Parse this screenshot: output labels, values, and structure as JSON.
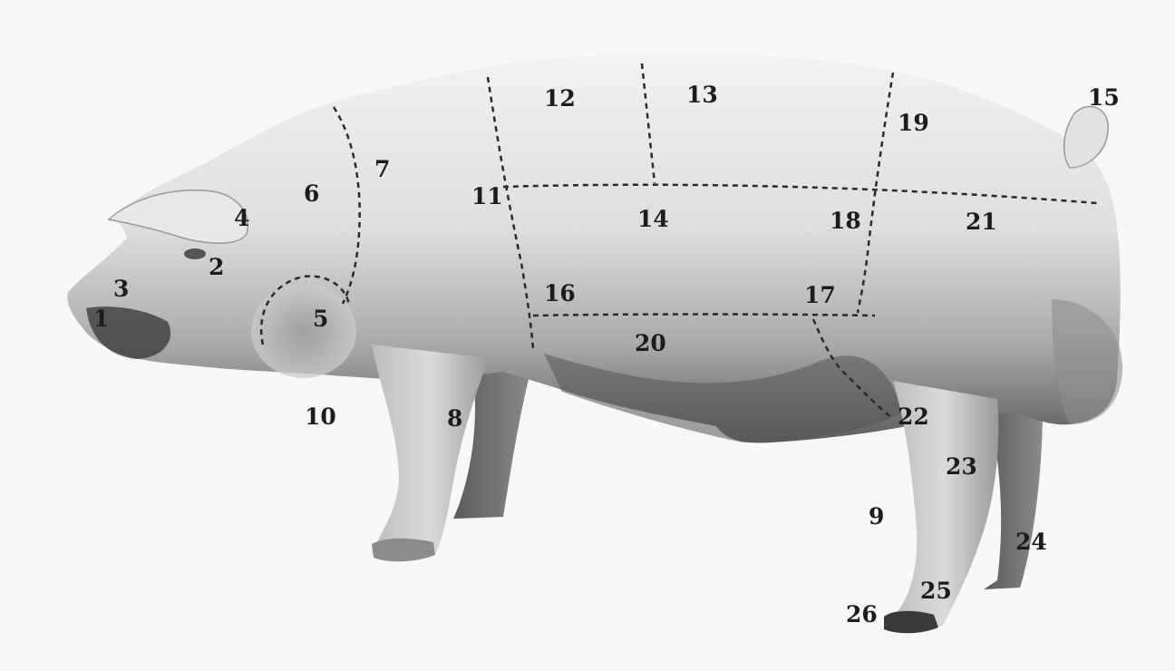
{
  "labels": [
    "1",
    "2",
    "3",
    "4",
    "5",
    "6",
    "7",
    "8",
    "9",
    "10",
    "11",
    "12",
    "13",
    "14",
    "15",
    "16",
    "17",
    "18",
    "19",
    "20",
    "21",
    "22",
    "23",
    "24",
    "25",
    "26"
  ],
  "colors": {
    "background": "#f7f7f7",
    "body": "#dcdcdc",
    "shadow": "#6a6a6a",
    "label": "#1c1c1c",
    "divider": "#2a2a2a"
  }
}
